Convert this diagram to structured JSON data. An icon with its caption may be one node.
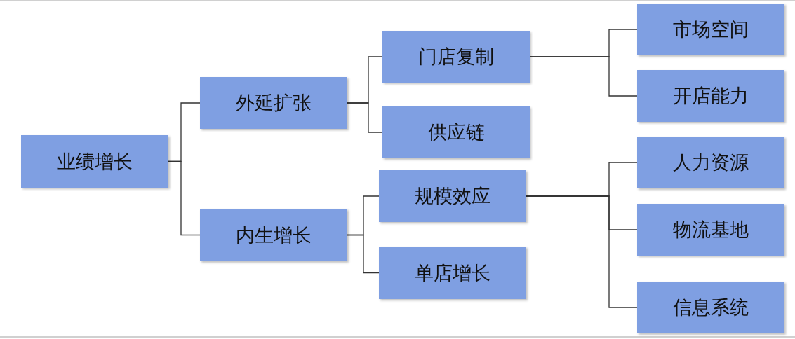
{
  "diagram": {
    "nodes": [
      {
        "text": [
          "业绩增长"
        ]
      },
      {
        "text": [
          "外延扩张"
        ]
      },
      {
        "text": [
          "内生增长"
        ]
      },
      {
        "text": [
          "门店复制"
        ]
      },
      {
        "text": [
          "供应链"
        ]
      },
      {
        "text": [
          "规模效应"
        ]
      },
      {
        "text": [
          "单店增长"
        ]
      },
      {
        "text": [
          "市场空间"
        ]
      },
      {
        "text": [
          "开店能力"
        ]
      },
      {
        "text": [
          "人力资源"
        ]
      },
      {
        "text": [
          "物流基地"
        ]
      },
      {
        "text": [
          "信息系统"
        ]
      }
    ],
    "edges": [
      {
        "from": 0,
        "to": 1,
        "arrow": "none"
      },
      {
        "from": 0,
        "to": 2,
        "arrow": "none"
      },
      {
        "from": 1,
        "to": 3,
        "arrow": "none"
      },
      {
        "from": 1,
        "to": 4,
        "arrow": "none"
      },
      {
        "from": 2,
        "to": 5,
        "arrow": "none"
      },
      {
        "from": 2,
        "to": 6,
        "arrow": "none"
      },
      {
        "from": 3,
        "to": 7,
        "arrow": "none"
      },
      {
        "from": 3,
        "to": 8,
        "arrow": "none"
      },
      {
        "from": 5,
        "to": 9,
        "arrow": "none"
      },
      {
        "from": 5,
        "to": 10,
        "arrow": "none"
      },
      {
        "from": 5,
        "to": 11,
        "arrow": "none"
      }
    ]
  }
}
